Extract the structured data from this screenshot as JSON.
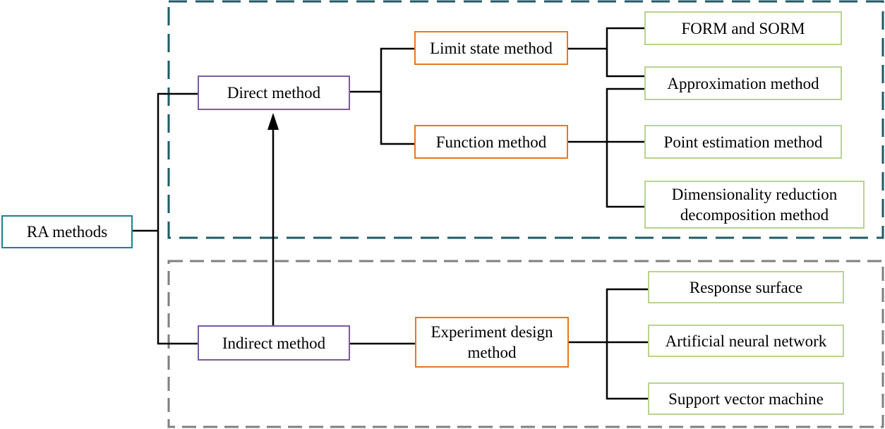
{
  "colors": {
    "root_border": "#1f7f8f",
    "level1_border": "#7b5aa6",
    "level2_border": "#e8781c",
    "leaf_border": "#b8d48e",
    "direct_group_dash": "#1f5a66",
    "indirect_group_dash": "#7f7f7f",
    "connector": "#000000"
  },
  "nodes": {
    "root": "RA methods",
    "direct": "Direct method",
    "indirect": "Indirect method",
    "limit_state": "Limit state method",
    "function": "Function method",
    "experiment_design": {
      "line1": "Experiment design",
      "line2": "method"
    },
    "form_sorm": "FORM and SORM",
    "approximation": "Approximation method",
    "point_estimation": "Point estimation method",
    "dimensionality": {
      "line1": "Dimensionality reduction",
      "line2": "decomposition method"
    },
    "response_surface": "Response surface",
    "ann": "Artificial neural network",
    "svm": "Support vector machine"
  }
}
